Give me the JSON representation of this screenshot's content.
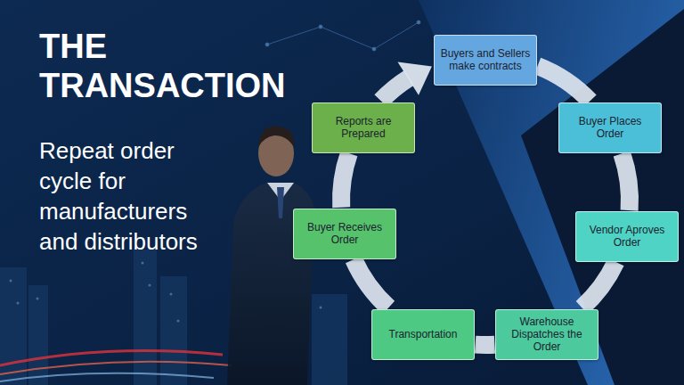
{
  "diagram": {
    "title": "THE TRANSACTION",
    "nodes": [
      {
        "text": [
          "Buyers and Sellers make contracts"
        ]
      },
      {
        "text": [
          "Buyer Places Order"
        ]
      },
      {
        "text": [
          "Vendor Aproves Order"
        ]
      },
      {
        "text": [
          "Warehouse Dispatches the Order"
        ]
      },
      {
        "text": [
          "Transportation"
        ]
      },
      {
        "text": [
          "Buyer Receives Order"
        ]
      },
      {
        "text": [
          "Reports are Prepared"
        ]
      }
    ],
    "edges": [
      {
        "from": 0,
        "to": 1,
        "arrow": "none"
      },
      {
        "from": 1,
        "to": 2,
        "arrow": "none"
      },
      {
        "from": 2,
        "to": 3,
        "arrow": "none"
      },
      {
        "from": 3,
        "to": 4,
        "arrow": "none"
      },
      {
        "from": 4,
        "to": 5,
        "arrow": "none"
      },
      {
        "from": 5,
        "to": 6,
        "arrow": "none"
      },
      {
        "from": 6,
        "to": 0,
        "arrow": "to"
      }
    ],
    "labels": [
      "Repeat order cycle for manufacturers and distributors"
    ]
  }
}
